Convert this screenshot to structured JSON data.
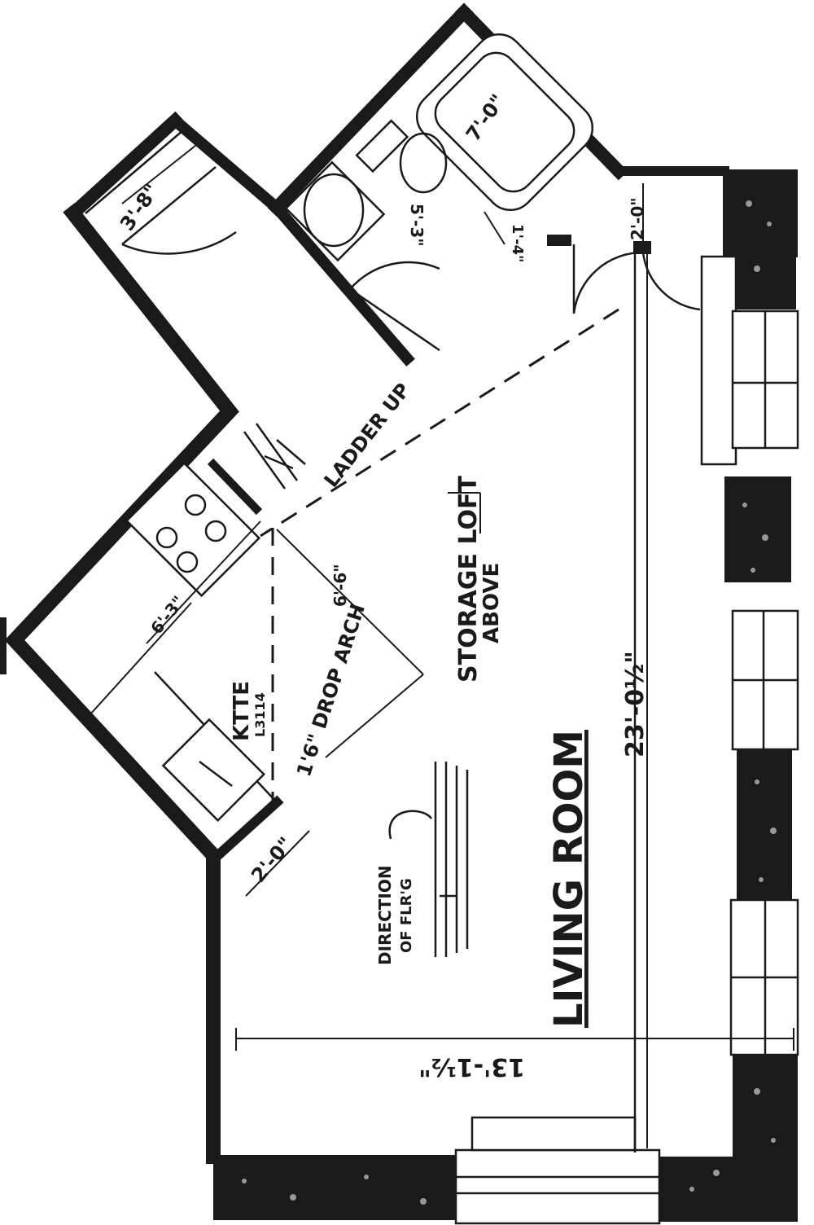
{
  "rooms": {
    "living_room": "LIVING ROOM",
    "kitchen": "KTTE",
    "kitchen_sub": "L3114",
    "storage_loft_line1": "STORAGE LOFT",
    "storage_loft_line2": "ABOVE"
  },
  "notes": {
    "ladder": "LADDER UP",
    "drop_arch": "1'6\" DROP ARCH",
    "direction_line1": "DIRECTION",
    "direction_line2": "OF FLR'G"
  },
  "dimensions": {
    "length": "23'-0½\"",
    "width": "13'-1½\"",
    "closet": "3'-8\"",
    "bath_tub": "7'-0\"",
    "bath_width": "5'-3\"",
    "hall": "2'-0\"",
    "kitchen_width": "6'-3\"",
    "arch_depth": "6'-6\"",
    "door_offset": "2'-0\"",
    "bath_small": "1'-4\""
  }
}
